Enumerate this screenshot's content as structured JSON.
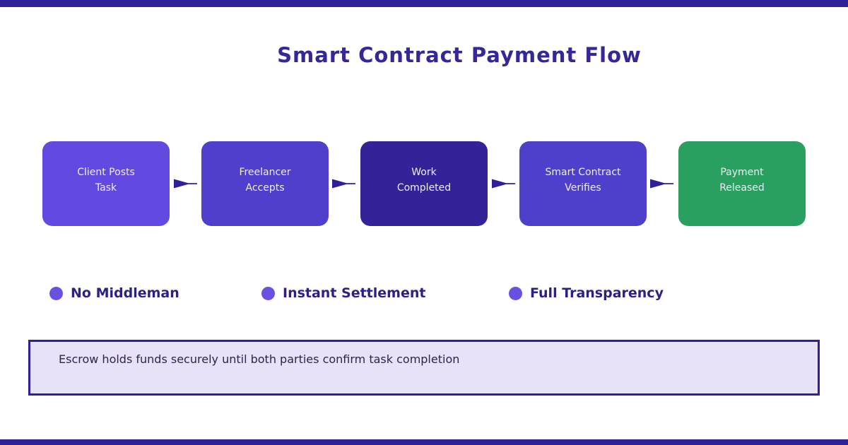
{
  "title": "Smart Contract Payment Flow",
  "flow": {
    "steps": [
      {
        "line1": "Client Posts",
        "line2": "Task",
        "color": "#6249df"
      },
      {
        "line1": "Freelancer",
        "line2": "Accepts",
        "color": "#4f3fcc"
      },
      {
        "line1": "Work",
        "line2": "Completed",
        "color": "#342299"
      },
      {
        "line1": "Smart Contract",
        "line2": "Verifies",
        "color": "#4f40cc"
      },
      {
        "line1": "Payment",
        "line2": "Released",
        "color": "#2aa060"
      }
    ],
    "arrow_color": "#2e2099"
  },
  "features": [
    {
      "label": "No Middleman"
    },
    {
      "label": "Instant Settlement"
    },
    {
      "label": "Full Transparency"
    }
  ],
  "note": {
    "text": "Escrow holds funds securely until both parties confirm task completion"
  },
  "colors": {
    "bar": "#2e2199",
    "title_text": "#342799",
    "step_text": "#efeef8",
    "bullet": "#6950e0",
    "feature_text": "#2b2182",
    "note_bg": "#e7e2f8",
    "note_border": "#2e2099",
    "note_text": "#2b2350"
  }
}
